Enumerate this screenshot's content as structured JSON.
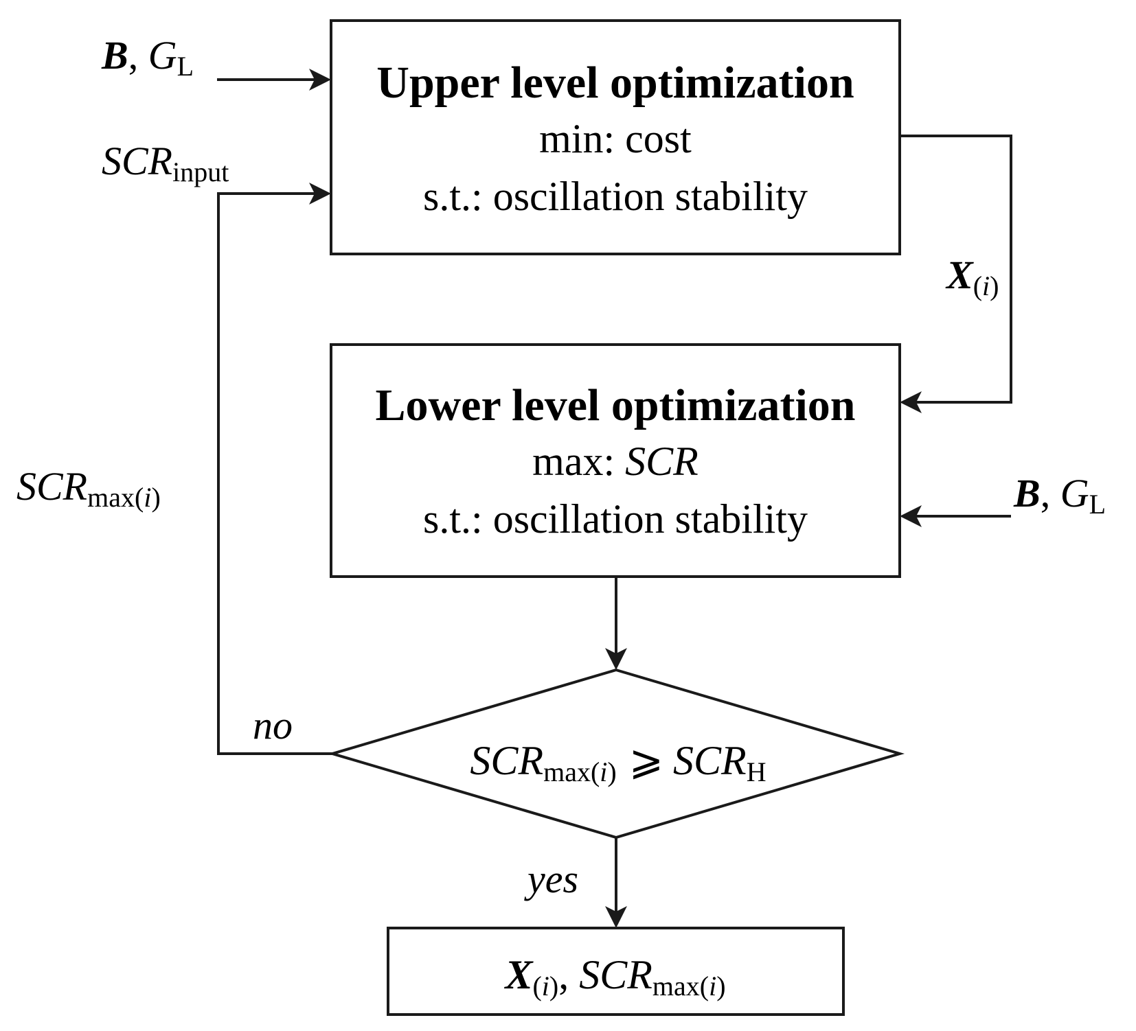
{
  "upper_box": {
    "title": "Upper level optimization",
    "objective": "min: cost",
    "constraint": "s.t.: oscillation stability"
  },
  "lower_box": {
    "title": "Lower level optimization",
    "objective_prefix": "max: ",
    "objective_var": "SCR",
    "constraint": "s.t.: oscillation stability"
  },
  "decision": {
    "lhs_var": "SCR",
    "lhs_sub": "max(",
    "lhs_sub_i": "i",
    "lhs_sub_close": ")",
    "operator": "⩾",
    "rhs_var": "SCR",
    "rhs_sub": "H"
  },
  "output_box": {
    "x_var": "X",
    "x_sub_open": "(",
    "x_sub_i": "i",
    "x_sub_close": ")",
    "sep": ", ",
    "scr_var": "SCR",
    "scr_sub": "max(",
    "scr_sub_i": "i",
    "scr_sub_close": ")"
  },
  "labels": {
    "input_b": "B",
    "input_sep": ", ",
    "input_g": "G",
    "input_g_sub": "L",
    "scr_input_var": "SCR",
    "scr_input_sub": "input",
    "scr_max_var": "SCR",
    "scr_max_sub": "max(",
    "scr_max_sub_i": "i",
    "scr_max_sub_close": ")",
    "x_var": "X",
    "x_sub_open": "(",
    "x_sub_i": "i",
    "x_sub_close": ")",
    "no": "no",
    "yes": "yes"
  }
}
